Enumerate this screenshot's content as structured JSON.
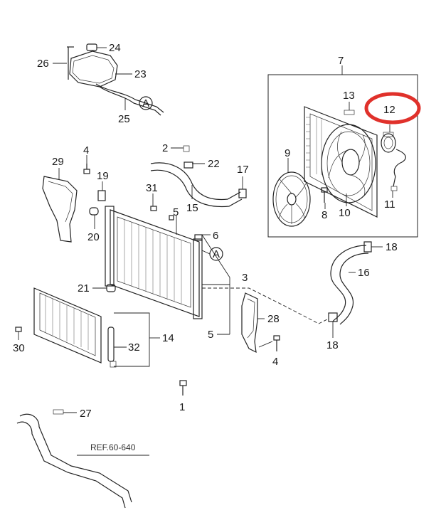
{
  "diagram": {
    "callouts": [
      {
        "id": "c1",
        "label": "1"
      },
      {
        "id": "c2",
        "label": "2"
      },
      {
        "id": "c3",
        "label": "3"
      },
      {
        "id": "c4a",
        "label": "4"
      },
      {
        "id": "c4b",
        "label": "4"
      },
      {
        "id": "c5a",
        "label": "5"
      },
      {
        "id": "c5b",
        "label": "5"
      },
      {
        "id": "c6",
        "label": "6"
      },
      {
        "id": "c7",
        "label": "7"
      },
      {
        "id": "c8",
        "label": "8"
      },
      {
        "id": "c9",
        "label": "9"
      },
      {
        "id": "c10",
        "label": "10"
      },
      {
        "id": "c11",
        "label": "11"
      },
      {
        "id": "c12",
        "label": "12"
      },
      {
        "id": "c13",
        "label": "13"
      },
      {
        "id": "c14",
        "label": "14"
      },
      {
        "id": "c15",
        "label": "15"
      },
      {
        "id": "c16",
        "label": "16"
      },
      {
        "id": "c17",
        "label": "17"
      },
      {
        "id": "c18a",
        "label": "18"
      },
      {
        "id": "c18b",
        "label": "18"
      },
      {
        "id": "c19",
        "label": "19"
      },
      {
        "id": "c20",
        "label": "20"
      },
      {
        "id": "c21",
        "label": "21"
      },
      {
        "id": "c22",
        "label": "22"
      },
      {
        "id": "c23",
        "label": "23"
      },
      {
        "id": "c24",
        "label": "24"
      },
      {
        "id": "c25",
        "label": "25"
      },
      {
        "id": "c26",
        "label": "26"
      },
      {
        "id": "c27",
        "label": "27"
      },
      {
        "id": "c28",
        "label": "28"
      },
      {
        "id": "c29",
        "label": "29"
      },
      {
        "id": "c30",
        "label": "30"
      },
      {
        "id": "c31",
        "label": "31"
      },
      {
        "id": "c32",
        "label": "32"
      }
    ],
    "connector_a_label": "A",
    "reference_label": "REF.60-640",
    "highlight_color": "#e0312b",
    "line_color": "#222222"
  }
}
